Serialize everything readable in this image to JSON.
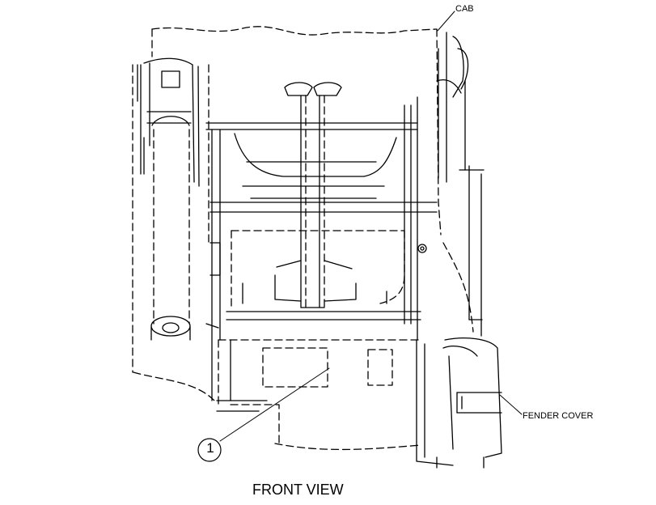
{
  "diagram": {
    "caption": "FRONT VIEW",
    "callouts": {
      "cab": "CAB",
      "fender_cover": "FENDER COVER",
      "item_1": "1"
    },
    "colors": {
      "line": "#000000",
      "background": "#ffffff"
    }
  }
}
